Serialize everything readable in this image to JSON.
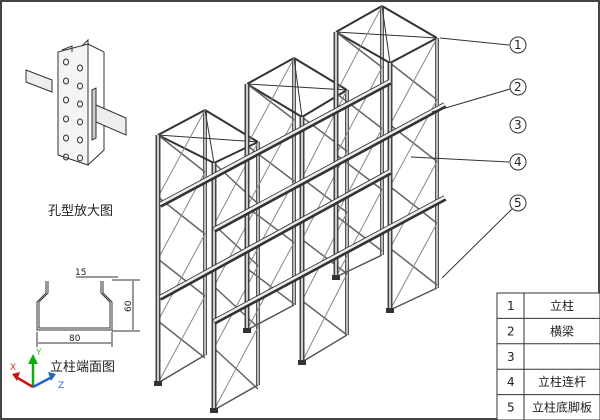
{
  "detail_view": {
    "caption": "孔型放大图"
  },
  "section_view": {
    "caption": "立柱端面图",
    "dims": {
      "flange": "15",
      "height": "60",
      "width": "80"
    }
  },
  "ucs": {
    "x": "X",
    "y": "Y",
    "z": "Z"
  },
  "callouts": [
    "1",
    "2",
    "3",
    "4",
    "5"
  ],
  "legend_table": {
    "rows": [
      {
        "num": "1",
        "name": "立柱"
      },
      {
        "num": "2",
        "name": "横梁"
      },
      {
        "num": "3",
        "name": ""
      },
      {
        "num": "4",
        "name": "立柱连杆"
      },
      {
        "num": "5",
        "name": "立柱底脚板"
      }
    ]
  }
}
